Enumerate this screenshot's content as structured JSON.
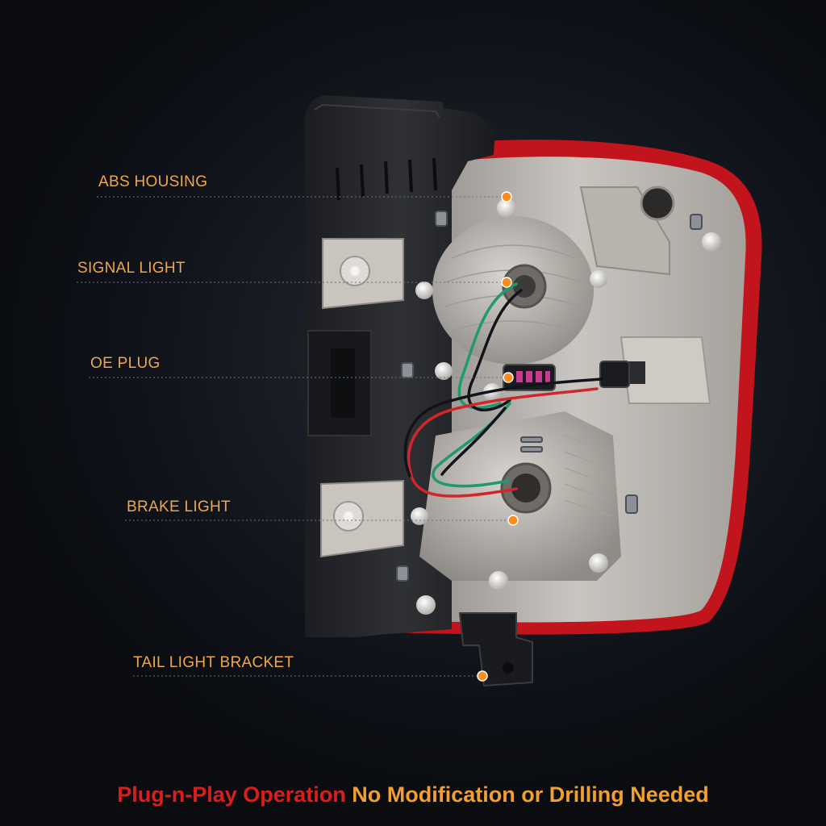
{
  "callouts": [
    {
      "id": "abs-housing",
      "label": "ABS HOUSING"
    },
    {
      "id": "signal-light",
      "label": "SIGNAL LIGHT"
    },
    {
      "id": "oe-plug",
      "label": "OE PLUG"
    },
    {
      "id": "brake-light",
      "label": "BRAKE LIGHT"
    },
    {
      "id": "tail-light-bracket",
      "label": "TAIL LIGHT BRACKET"
    }
  ],
  "tagline": {
    "part1": "Plug-n-Play Operation",
    "part2": "No Modification or Drilling Needed"
  },
  "colors": {
    "label": "#f0a64a",
    "marker": "#ff8a1e",
    "tagline_red": "#d91e1e",
    "tagline_orange": "#f0a030",
    "lens_red": "#c2141c"
  }
}
